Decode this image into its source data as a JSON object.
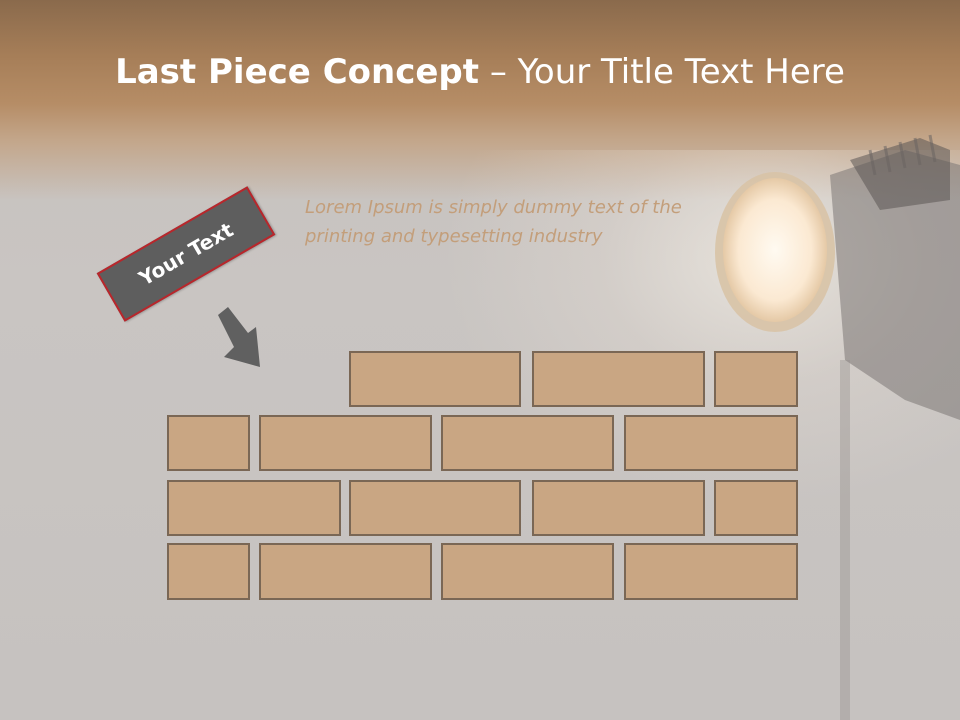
{
  "slide": {
    "title_bold": "Last Piece Concept",
    "title_rest": " – Your Title Text Here",
    "subtitle_line1": "Lorem Ipsum is simply dummy text of the",
    "subtitle_line2": "printing and typesetting industry",
    "label": "Your Text"
  },
  "colors": {
    "header": "#a67e58",
    "brick_fill": "#c9a683",
    "brick_border": "#7a6755",
    "label_fill": "#5e5e5e",
    "label_border": "#b9262b",
    "subtitle": "#c39e7a"
  },
  "icons": {
    "arrow": "arrow-down-right-icon",
    "spotlight": "spotlight-lamp-icon"
  }
}
